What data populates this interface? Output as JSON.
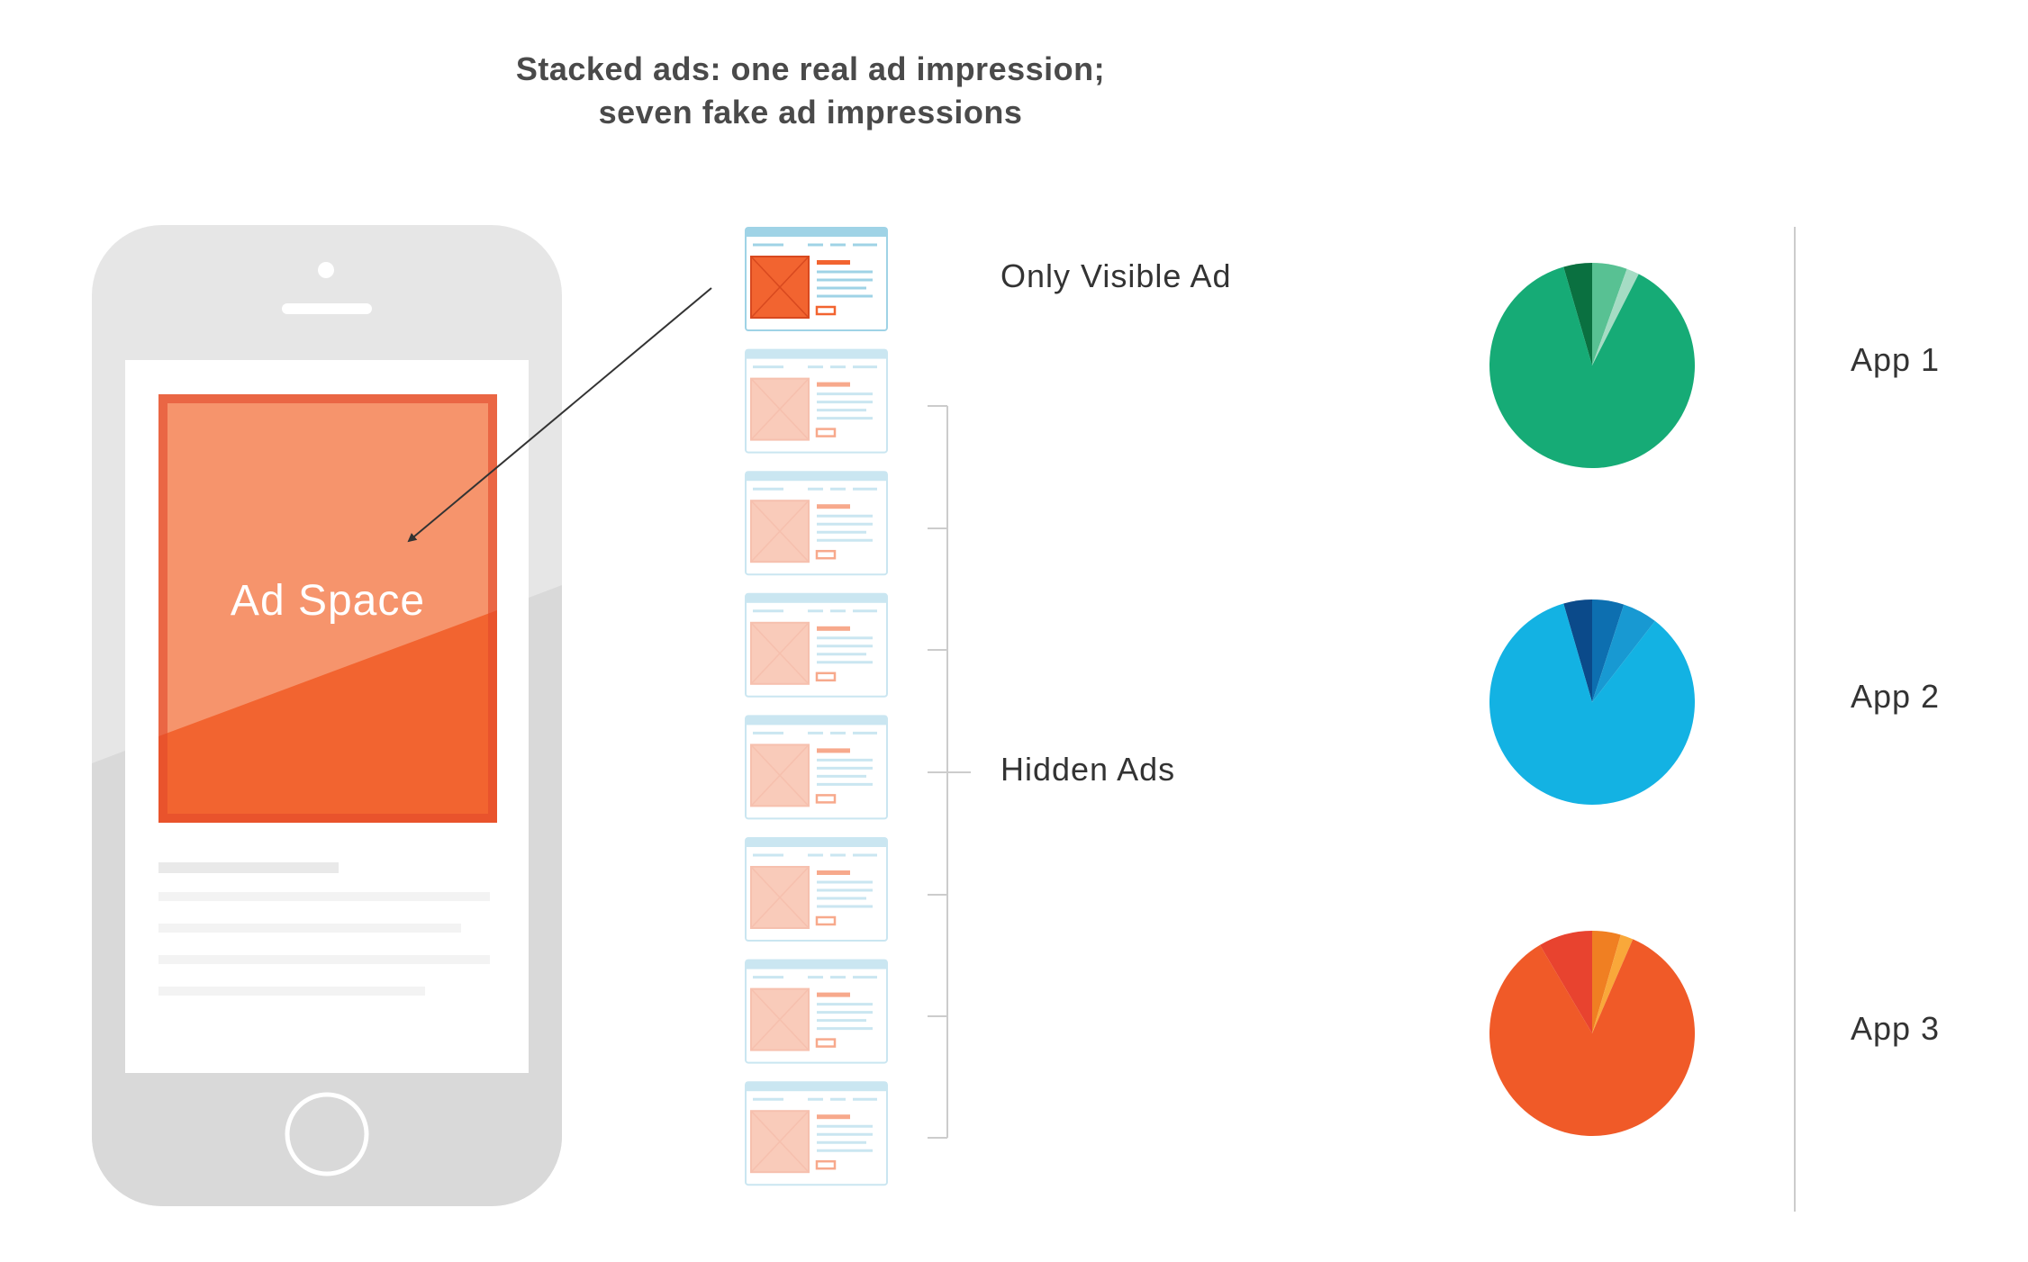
{
  "title": {
    "line1": "Stacked ads: one real ad impression;",
    "line2": "seven fake ad impressions"
  },
  "phone": {
    "ad_space_label": "Ad Space"
  },
  "labels": {
    "visible_ad": "Only Visible Ad",
    "hidden_ads": "Hidden Ads"
  },
  "ad_stack": {
    "visible_count": 1,
    "hidden_count": 7
  },
  "apps": [
    {
      "name": "App 1",
      "slices": [
        {
          "share": 0.88,
          "color": "#16ab76"
        },
        {
          "share": 0.045,
          "color": "#0a7040"
        },
        {
          "share": 0.055,
          "color": "#58c193"
        },
        {
          "share": 0.02,
          "color": "#a5dcc4"
        }
      ]
    },
    {
      "name": "App 2",
      "slices": [
        {
          "share": 0.85,
          "color": "#13b2e3"
        },
        {
          "share": 0.045,
          "color": "#0b4a8a"
        },
        {
          "share": 0.05,
          "color": "#0d6fb0"
        },
        {
          "share": 0.055,
          "color": "#1899d2"
        }
      ]
    },
    {
      "name": "App 3",
      "slices": [
        {
          "share": 0.85,
          "color": "#f05a28"
        },
        {
          "share": 0.085,
          "color": "#e8432f"
        },
        {
          "share": 0.045,
          "color": "#f07f22"
        },
        {
          "share": 0.02,
          "color": "#f9a83a"
        }
      ]
    }
  ],
  "colors": {
    "phone_body": "#e6e6e6",
    "screen": "#ffffff",
    "ad_orange": "#f26430",
    "ad_light": "#f6946c",
    "wireframe_blue": "#9fd3e6"
  }
}
